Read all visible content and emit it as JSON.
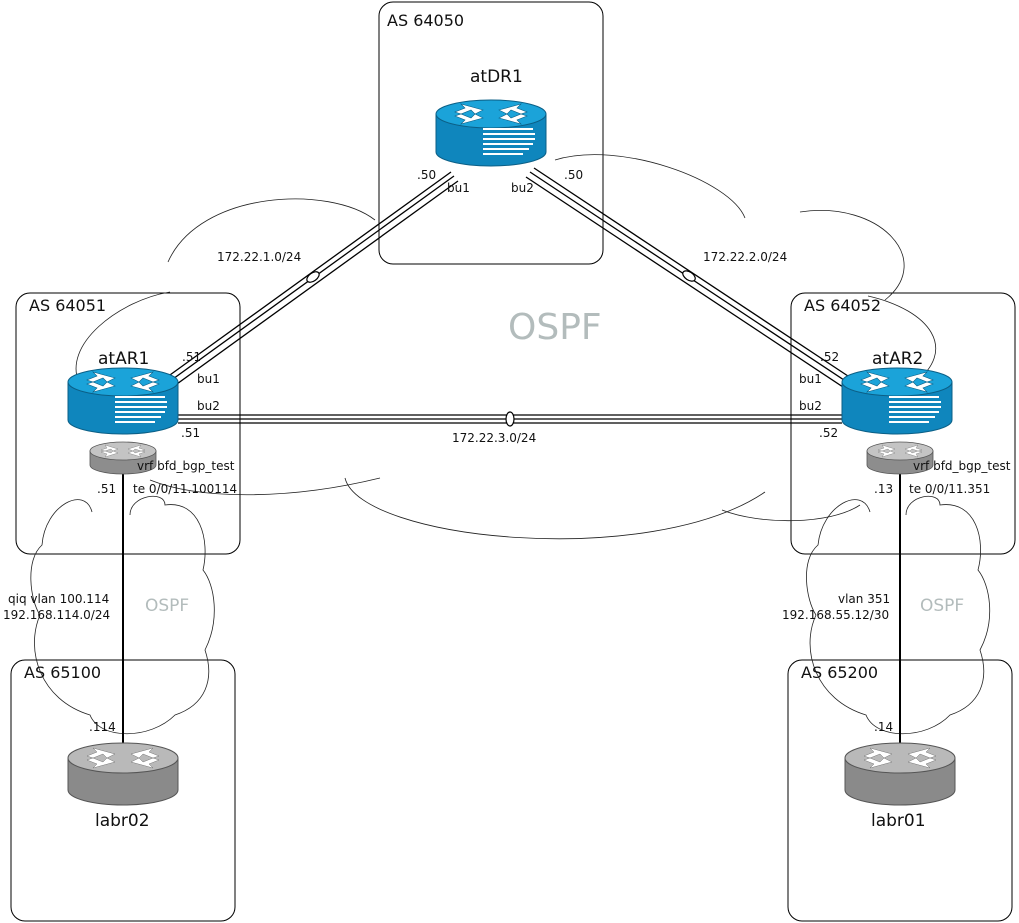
{
  "as_boxes": {
    "dr": "AS 64050",
    "ar1": "AS 64051",
    "ar2": "AS 64052",
    "labr02": "AS 65100",
    "labr01": "AS 65200"
  },
  "routers": {
    "atdr1": "atDR1",
    "atar1": "atAR1",
    "atar2": "atAR2",
    "labr02": "labr02",
    "labr01": "labr01"
  },
  "ospf": {
    "core": "OSPF",
    "left": "OSPF",
    "right": "OSPF"
  },
  "links": {
    "dr_ar1": {
      "subnet": "172.22.1.0/24",
      "dr_ip": ".50",
      "dr_if": "bu1",
      "ar_ip": ".51",
      "ar_if": "bu1"
    },
    "dr_ar2": {
      "subnet": "172.22.2.0/24",
      "dr_ip": ".50",
      "dr_if": "bu2",
      "ar_ip": ".52",
      "ar_if": "bu1"
    },
    "ar1_ar2": {
      "subnet": "172.22.3.0/24",
      "ar1_ip": ".51",
      "ar1_if": "bu2",
      "ar2_ip": ".52",
      "ar2_if": "bu2"
    },
    "ar1_labr02": {
      "vrf": "vrf bfd_bgp_test",
      "iface": "te 0/0/11.100114",
      "vlan": "qiq vlan 100.114",
      "subnet": "192.168.114.0/24",
      "ar_ip": ".51",
      "lab_ip": ".114"
    },
    "ar2_labr01": {
      "vrf": "vrf bfd_bgp_test",
      "iface": "te 0/0/11.351",
      "vlan": "vlan 351",
      "subnet": "192.168.55.12/30",
      "ar_ip": ".13",
      "lab_ip": ".14"
    }
  },
  "colors": {
    "router_blue": "#1ba3d9",
    "router_blue_dark": "#0f7fb0",
    "router_gray": "#b4b4b4",
    "router_gray_dark": "#7a7a7a",
    "ospf_text": "#b3bcbc"
  }
}
